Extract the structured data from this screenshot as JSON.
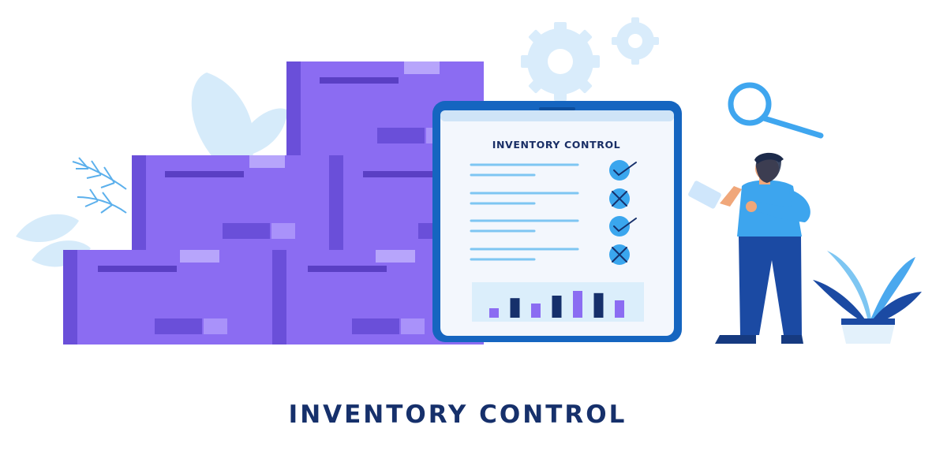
{
  "illustration": {
    "headline": "INVENTORY CONTROL",
    "phone": {
      "title": "INVENTORY CONTROL",
      "checklist": [
        {
          "status": "checked"
        },
        {
          "status": "crossed"
        },
        {
          "status": "checked"
        },
        {
          "status": "crossed"
        }
      ],
      "mini_chart_levels": [
        0.3,
        0.62,
        0.45,
        0.7,
        0.85,
        0.78,
        0.55
      ]
    },
    "icons": [
      "gear-icon",
      "magnifier-icon",
      "check-icon",
      "cross-icon",
      "leaf-icon",
      "plant-icon"
    ],
    "colors": {
      "box_face": "#8b6cf2",
      "box_dark": "#6a4fd9",
      "box_side": "#5a3fc4",
      "phone_frame": "#1565c0",
      "screen": "#f3f7fd",
      "accent_blue": "#2196f3",
      "light_blue": "#bfe2f8",
      "navy": "#16306b"
    }
  }
}
